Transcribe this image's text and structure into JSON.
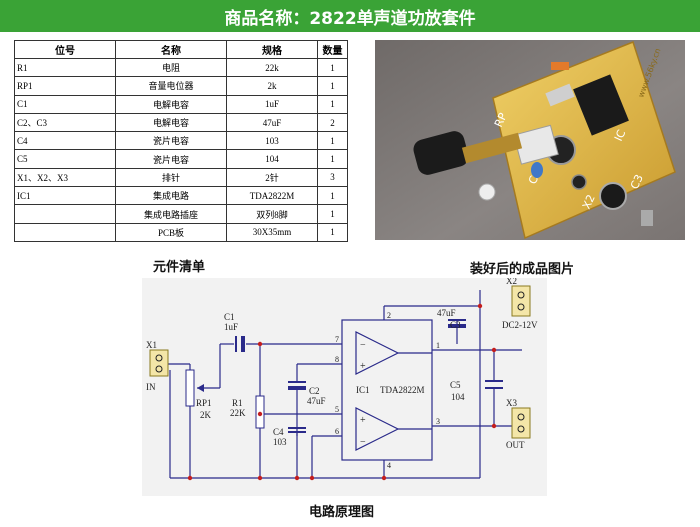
{
  "banner": {
    "title": "商品名称：2822单声道功放套件"
  },
  "bom": {
    "headers": [
      "位号",
      "名称",
      "规格",
      "数量"
    ],
    "rows": [
      [
        "R1",
        "电阻",
        "22k",
        "1"
      ],
      [
        "RP1",
        "音量电位器",
        "2k",
        "1"
      ],
      [
        "C1",
        "电解电容",
        "1uF",
        "1"
      ],
      [
        "C2、C3",
        "电解电容",
        "47uF",
        "2"
      ],
      [
        "C4",
        "瓷片电容",
        "103",
        "1"
      ],
      [
        "C5",
        "瓷片电容",
        "104",
        "1"
      ],
      [
        "X1、X2、X3",
        "排针",
        "2针",
        "3"
      ],
      [
        "IC1",
        "集成电路",
        "TDA2822M",
        "1"
      ],
      [
        "",
        "集成电路插座",
        "双列8脚",
        "1"
      ],
      [
        "",
        "PCB板",
        "30X35mm",
        "1"
      ]
    ]
  },
  "captions": {
    "bom": "元件清单",
    "photo": "装好后的成品图片",
    "schematic": "电路原理图"
  },
  "photo": {
    "pcb_text": [
      "IC",
      "C3",
      "X2",
      "C4",
      "RP",
      "www.56ky.cn"
    ]
  },
  "schematic": {
    "labels": {
      "x1": "X1",
      "x1_in": "IN",
      "x2": "X2",
      "x2_supply": "DC2-12V",
      "x3": "X3",
      "x3_out": "OUT",
      "c1": "C1",
      "c1_val": "1uF",
      "rp1": "RP1",
      "rp1_val": "2K",
      "r1": "R1",
      "r1_val": "22K",
      "c2": "C2",
      "c2_val": "47uF",
      "c3": "C3",
      "c3_val": "47uF",
      "c4": "C4",
      "c4_val": "103",
      "c5": "C5",
      "c5_val": "104",
      "ic": "IC1",
      "ic_part": "TDA2822M"
    },
    "pins": {
      "p1": "1",
      "p2": "2",
      "p3": "3",
      "p4": "4",
      "p5": "5",
      "p6": "6",
      "p7": "7",
      "p8": "8"
    }
  },
  "colors": {
    "banner": "#3aa336",
    "wire": "#2a2a8a",
    "pcb": "#e3c050"
  }
}
